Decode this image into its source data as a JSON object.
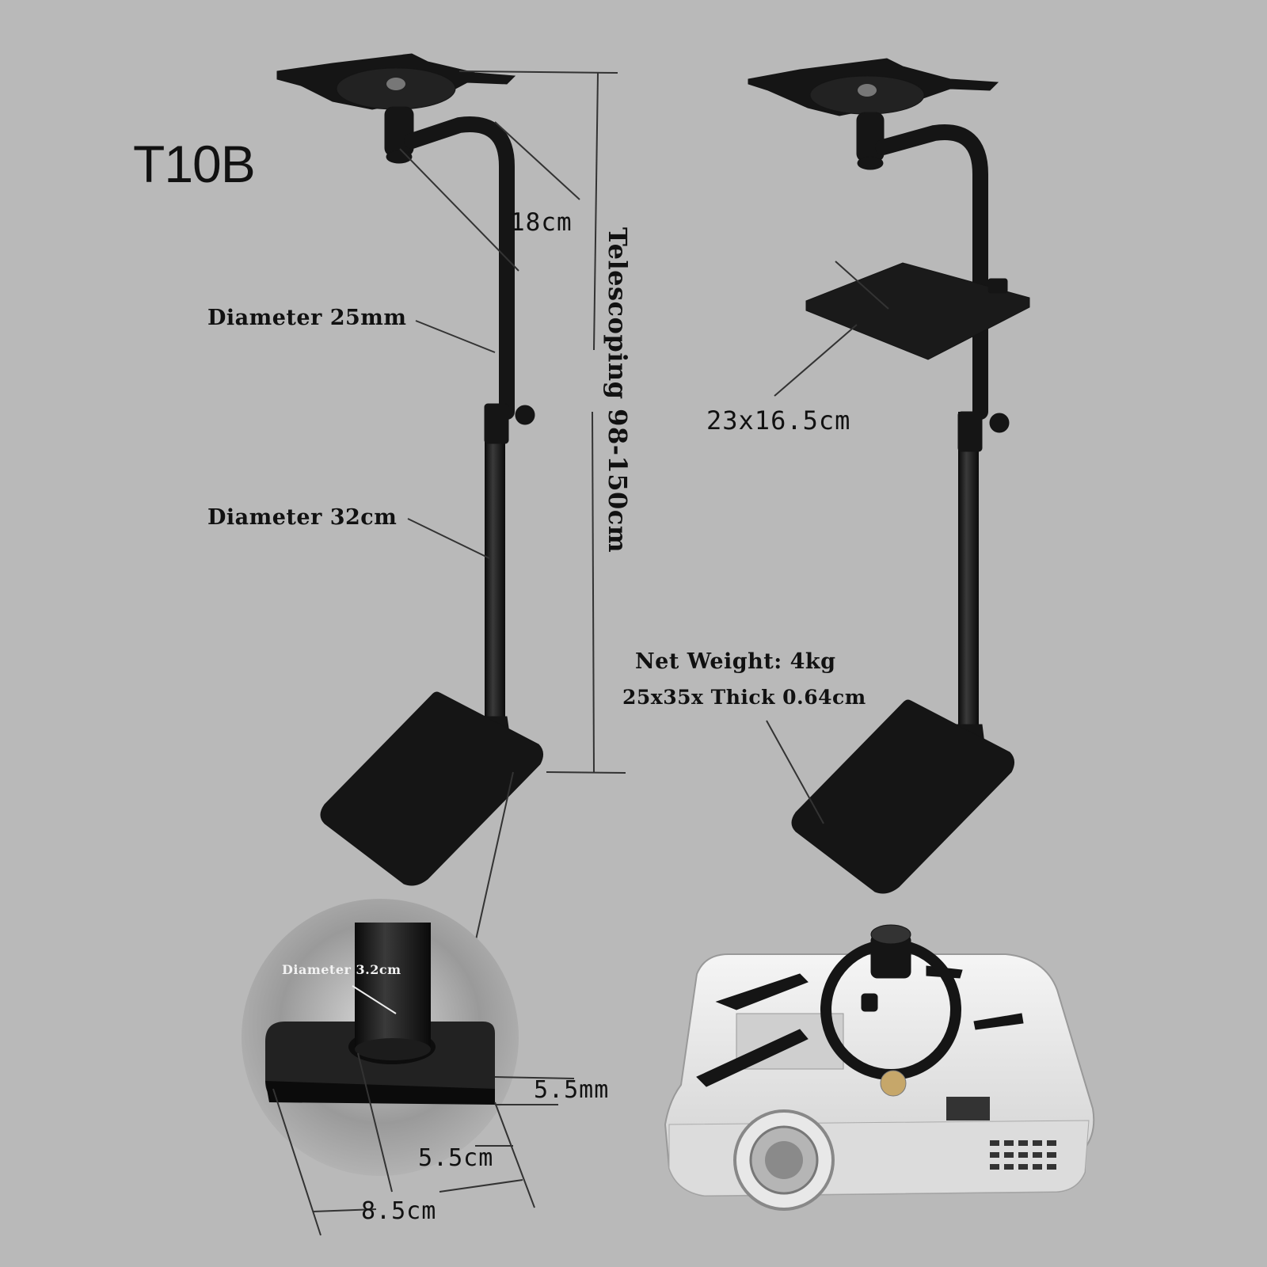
{
  "product": {
    "model": "T10B"
  },
  "dimensions": {
    "arm_length": "18cm",
    "telescoping_height": "Telescoping 98-150cm",
    "upper_tube": "Diameter 25mm",
    "lower_tube": "Diameter 32cm",
    "tray_size": "23x16.5cm",
    "net_weight": "Net Weight: 4kg",
    "base_plate": "25x35x Thick 0.64cm"
  },
  "base_detail": {
    "tube_diameter": "Diameter 3.2cm",
    "plate_thickness": "5.5mm",
    "collar_depth": "5.5cm",
    "collar_width": "8.5cm"
  },
  "colors": {
    "background": "#b9b9b9",
    "metal": "#151515",
    "projector": "#eeeeee"
  }
}
